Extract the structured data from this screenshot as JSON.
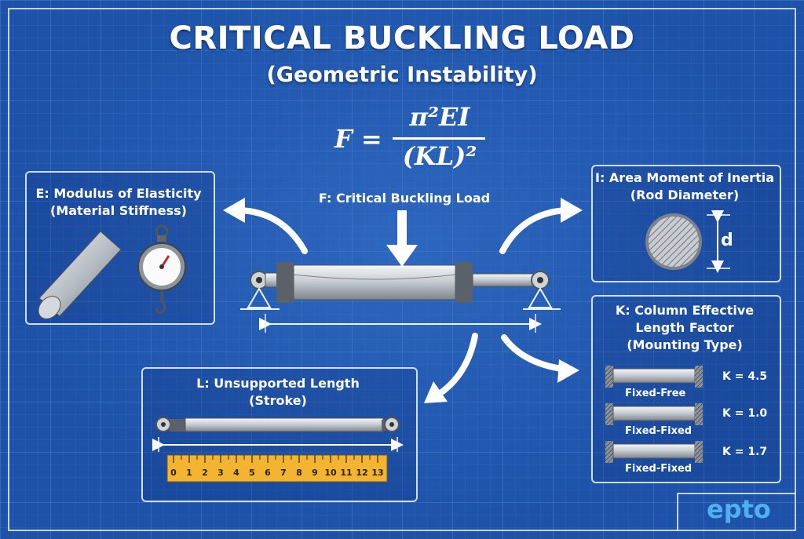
{
  "title": "CRITICAL BUCKLING LOAD",
  "subtitle": "(Geometric Instability)",
  "formula": {
    "lhs": "F =",
    "numerator": "π²EI",
    "denominator": "(KL)²"
  },
  "center": {
    "label": "F: Critical Buckling Load"
  },
  "e_box": {
    "line1": "E: Modulus of Elasticity",
    "line2": "(Material Stiffness)"
  },
  "i_box": {
    "line1": "I: Area Moment of Inertia",
    "line2": "(Rod Diameter)",
    "dim_label": "d"
  },
  "l_box": {
    "line1": "L: Unsupported Length",
    "line2": "(Stroke)",
    "ruler_ticks": [
      "0",
      "1",
      "2",
      "3",
      "4",
      "5",
      "6",
      "7",
      "8",
      "9",
      "10",
      "11",
      "12",
      "13"
    ]
  },
  "k_box": {
    "line1": "K: Column Effective",
    "line2": "Length Factor",
    "line3": "(Mounting Type)",
    "rows": [
      {
        "label": "Fixed-Free",
        "value": "K = 4.5"
      },
      {
        "label": "Fixed-Fixed",
        "value": "K = 1.0"
      },
      {
        "label": "Fixed-Fixed",
        "value": "K = 1.7"
      }
    ]
  },
  "logo": {
    "text": "epto"
  },
  "colors": {
    "background": "#1d52a8",
    "line": "#e8f1ff",
    "ruler": "#f2b431",
    "logo": "#4fb0f0"
  }
}
